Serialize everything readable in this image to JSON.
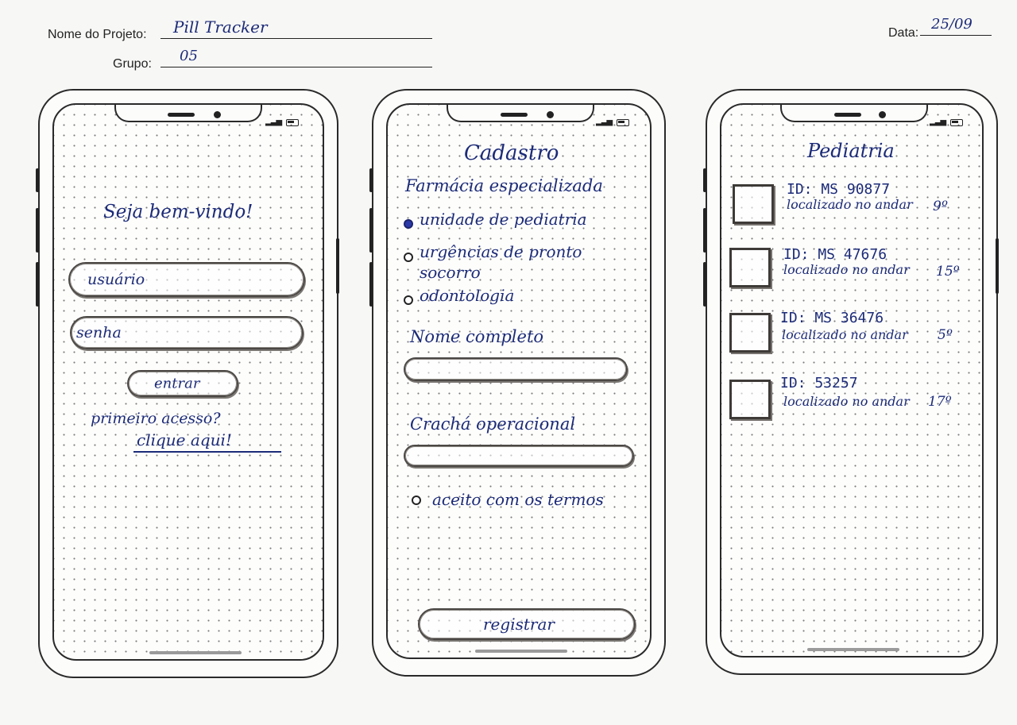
{
  "header": {
    "project_label": "Nome do Projeto:",
    "project_value": "Pill Tracker",
    "group_label": "Grupo:",
    "group_value": "05",
    "date_label": "Data:",
    "date_value": "25/09"
  },
  "screen_login": {
    "welcome": "Seja bem-vindo!",
    "user_placeholder": "usuário",
    "password_placeholder": "senha",
    "enter_button": "entrar",
    "first_access": "primeiro acesso?",
    "click_here": "clique aqui!"
  },
  "screen_register": {
    "title": "Cadastro",
    "pharmacy_label": "Farmácia especializada",
    "options": [
      {
        "label": "unidade de pediatria",
        "selected": true
      },
      {
        "label": "urgências de pronto socorro",
        "selected": false
      },
      {
        "label": "odontologia",
        "selected": false
      }
    ],
    "name_label": "Nome completo",
    "badge_label": "Crachá operacional",
    "terms_label": "aceito com os termos",
    "register_button": "registrar"
  },
  "screen_pediatrics": {
    "title": "Pediatria",
    "items": [
      {
        "id": "ID: MS 90877",
        "location": "localizado no andar",
        "floor": "9º"
      },
      {
        "id": "ID: MS 47676",
        "location": "localizado no andar",
        "floor": "15º"
      },
      {
        "id": "ID: MS 36476",
        "location": "localizado no andar",
        "floor": "5º"
      },
      {
        "id": "ID: 53257",
        "location": "localizado no andar",
        "floor": "17º"
      }
    ]
  },
  "colors": {
    "ink": "#1c2b78",
    "pencil": "#4a4744",
    "frame": "#2a2a2a",
    "selected_radio": "#2b3aa8"
  }
}
